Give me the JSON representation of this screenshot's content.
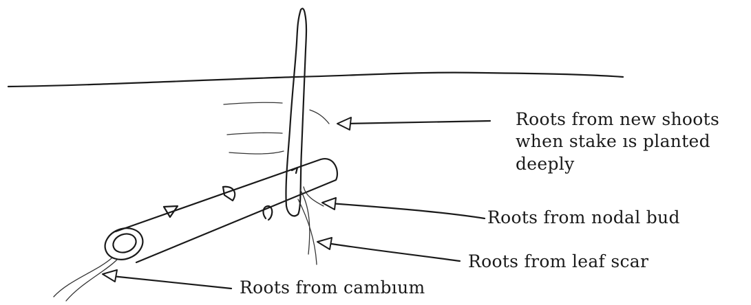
{
  "labels": {
    "new_shoots_line1": "Roots from new shoots",
    "new_shoots_line2": "when stake  ıs planted",
    "new_shoots_line3": "deeply",
    "nodal_bud": "Roots from nodal bud",
    "leaf_scar": "Roots from leaf scar",
    "cambium": "Roots from cambıum"
  }
}
